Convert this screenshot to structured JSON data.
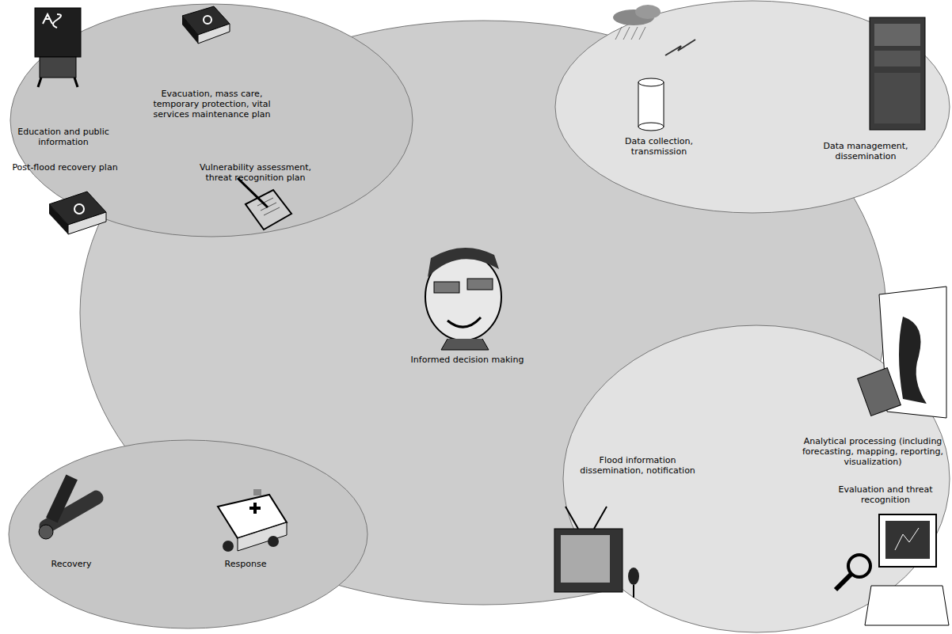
{
  "diagram": {
    "nodes": [
      {
        "text": [
          "Education and public information",
          "Evacuation, mass care, temporary protection, vital services maintenance plan",
          "Post-flood recovery plan",
          "Vulnerability assessment, threat recognition plan"
        ]
      },
      {
        "text": [
          "Data collection, transmission",
          "Data management, dissemination"
        ]
      },
      {
        "text": [
          "Informed decision making"
        ]
      },
      {
        "text": [
          "Recovery",
          "Response"
        ]
      },
      {
        "text": [
          "Flood information dissemination, notification",
          "Analytical processing (including forecasting, mapping, reporting, visualization)",
          "Evaluation and threat recognition"
        ]
      }
    ]
  }
}
